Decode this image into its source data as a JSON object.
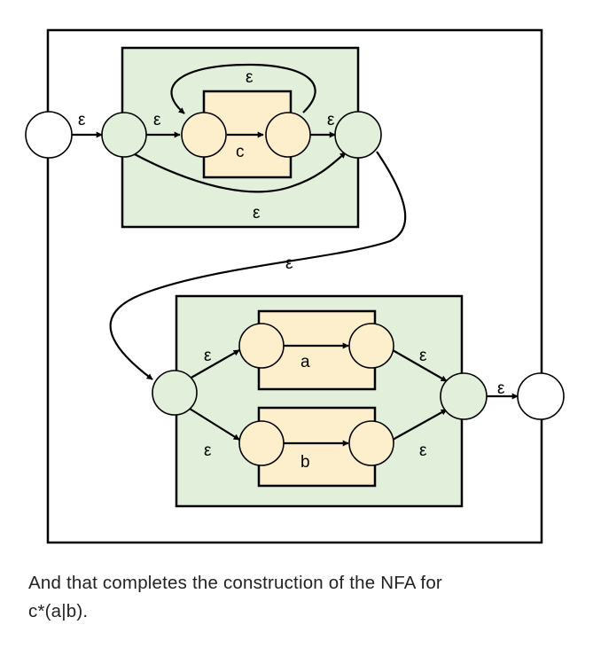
{
  "colors": {
    "green_fill": "#e2efda",
    "orange_fill": "#fdefcb",
    "outline": "#000000",
    "background": "#ffffff"
  },
  "labels": {
    "epsilon": "ε",
    "c": "c",
    "a": "a",
    "b": "b"
  },
  "caption": {
    "line1": "And that completes the construction of the NFA for",
    "line2": "c*(a|b)."
  }
}
